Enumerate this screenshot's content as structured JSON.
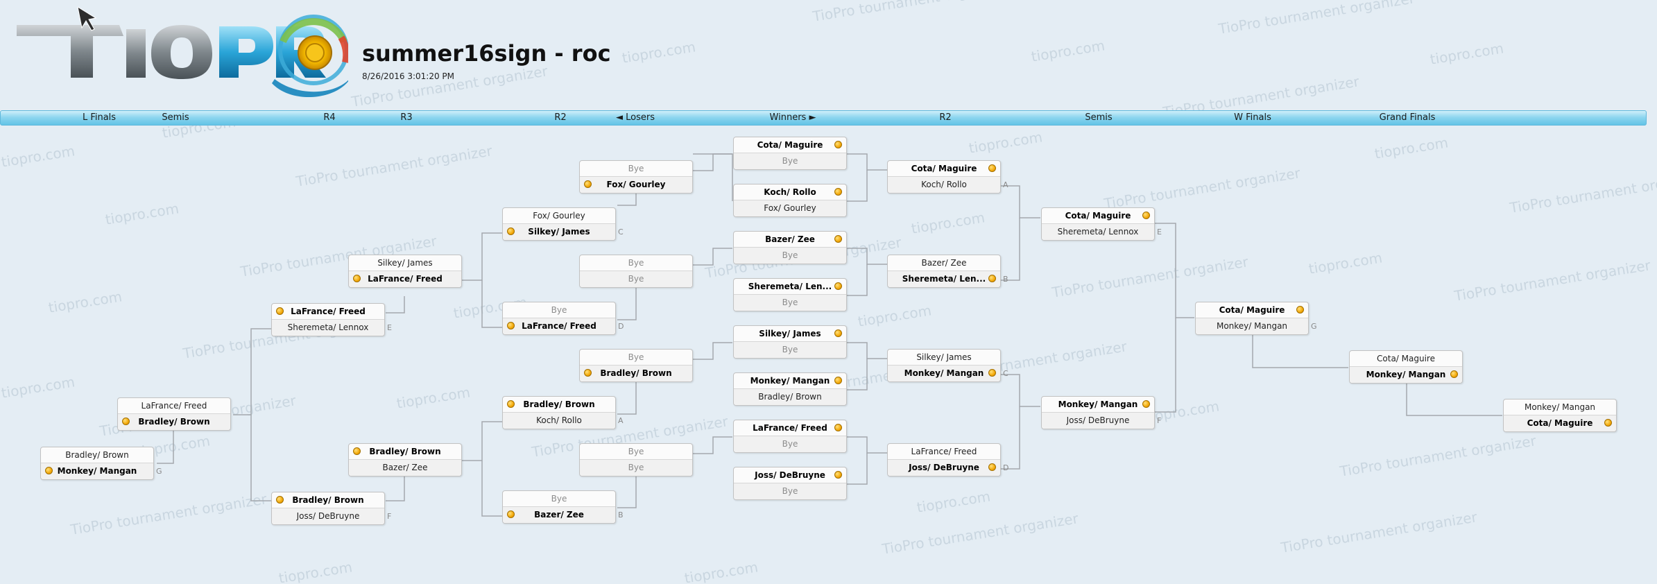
{
  "header": {
    "logo_text": "TIOPRO",
    "title": "summer16sign - roc",
    "timestamp": "8/26/2016 3:01:20 PM"
  },
  "watermarks": {
    "brand": "tiopro.com",
    "organizer": "TioPro tournament organizer"
  },
  "rounds": [
    "L Finals",
    "Semis",
    "R4",
    "R3",
    "R2",
    "◄ Losers",
    "Winners ►",
    "R2",
    "Semis",
    "W Finals",
    "Grand Finals"
  ],
  "colors": {
    "accent": "#6fc9e8",
    "winner_dot": "#f2a400",
    "background": "#e4edf4"
  },
  "matches": [
    {
      "top": "Cota/ Maguire",
      "bottom": "Bye",
      "winner": "top"
    },
    {
      "top": "Koch/ Rollo",
      "bottom": "Fox/ Gourley",
      "winner": "top"
    },
    {
      "top": "Bazer/ Zee",
      "bottom": "Bye",
      "winner": "top"
    },
    {
      "top": "Sheremeta/ Len...",
      "bottom": "Bye",
      "winner": "top"
    },
    {
      "top": "Silkey/ James",
      "bottom": "Bye",
      "winner": "top"
    },
    {
      "top": "Monkey/ Mangan",
      "bottom": "Bradley/ Brown",
      "winner": "top"
    },
    {
      "top": "LaFrance/ Freed",
      "bottom": "Bye",
      "winner": "top"
    },
    {
      "top": "Joss/ DeBruyne",
      "bottom": "Bye",
      "winner": "top"
    },
    {
      "top": "Cota/ Maguire",
      "bottom": "Koch/ Rollo",
      "winner": "top",
      "tag": "A"
    },
    {
      "top": "Bazer/ Zee",
      "bottom": "Sheremeta/ Len...",
      "winner": "bottom",
      "tag": "B"
    },
    {
      "top": "Silkey/ James",
      "bottom": "Monkey/ Mangan",
      "winner": "bottom",
      "tag": "C"
    },
    {
      "top": "LaFrance/ Freed",
      "bottom": "Joss/ DeBruyne",
      "winner": "bottom",
      "tag": "D"
    },
    {
      "top": "Cota/ Maguire",
      "bottom": "Sheremeta/ Lennox",
      "winner": "top",
      "tag": "E"
    },
    {
      "top": "Monkey/ Mangan",
      "bottom": "Joss/ DeBruyne",
      "winner": "top",
      "tag": "F"
    },
    {
      "top": "Cota/ Maguire",
      "bottom": "Monkey/ Mangan",
      "winner": "top",
      "tag": "G"
    },
    {
      "top": "Cota/ Maguire",
      "bottom": "Monkey/ Mangan",
      "winner": "bottom"
    },
    {
      "top": "Monkey/ Mangan",
      "bottom": "Cota/ Maguire",
      "winner": "bottom"
    },
    {
      "top": "Bye",
      "bottom": "Fox/ Gourley",
      "winner": "bottom"
    },
    {
      "top": "Bye",
      "bottom": "Bye",
      "winner": "none"
    },
    {
      "top": "Bye",
      "bottom": "Bradley/ Brown",
      "winner": "bottom"
    },
    {
      "top": "Bye",
      "bottom": "Bye",
      "winner": "none"
    },
    {
      "top": "Fox/ Gourley",
      "bottom": "Silkey/ James",
      "winner": "bottom",
      "tag": "C"
    },
    {
      "top": "Bye",
      "bottom": "LaFrance/ Freed",
      "winner": "bottom",
      "tag": "D"
    },
    {
      "top": "Bradley/ Brown",
      "bottom": "Koch/ Rollo",
      "winner": "top",
      "tag": "A"
    },
    {
      "top": "Bye",
      "bottom": "Bazer/ Zee",
      "winner": "bottom",
      "tag": "B"
    },
    {
      "top": "Silkey/ James",
      "bottom": "LaFrance/ Freed",
      "winner": "bottom"
    },
    {
      "top": "Bradley/ Brown",
      "bottom": "Bazer/ Zee",
      "winner": "top"
    },
    {
      "top": "LaFrance/ Freed",
      "bottom": "Sheremeta/ Lennox",
      "winner": "top",
      "tag": "E"
    },
    {
      "top": "Bradley/ Brown",
      "bottom": "Joss/ DeBruyne",
      "winner": "top",
      "tag": "F"
    },
    {
      "top": "LaFrance/ Freed",
      "bottom": "Bradley/ Brown",
      "winner": "bottom"
    },
    {
      "top": "Bradley/ Brown",
      "bottom": "Monkey/ Mangan",
      "winner": "bottom",
      "tag": "G"
    }
  ]
}
